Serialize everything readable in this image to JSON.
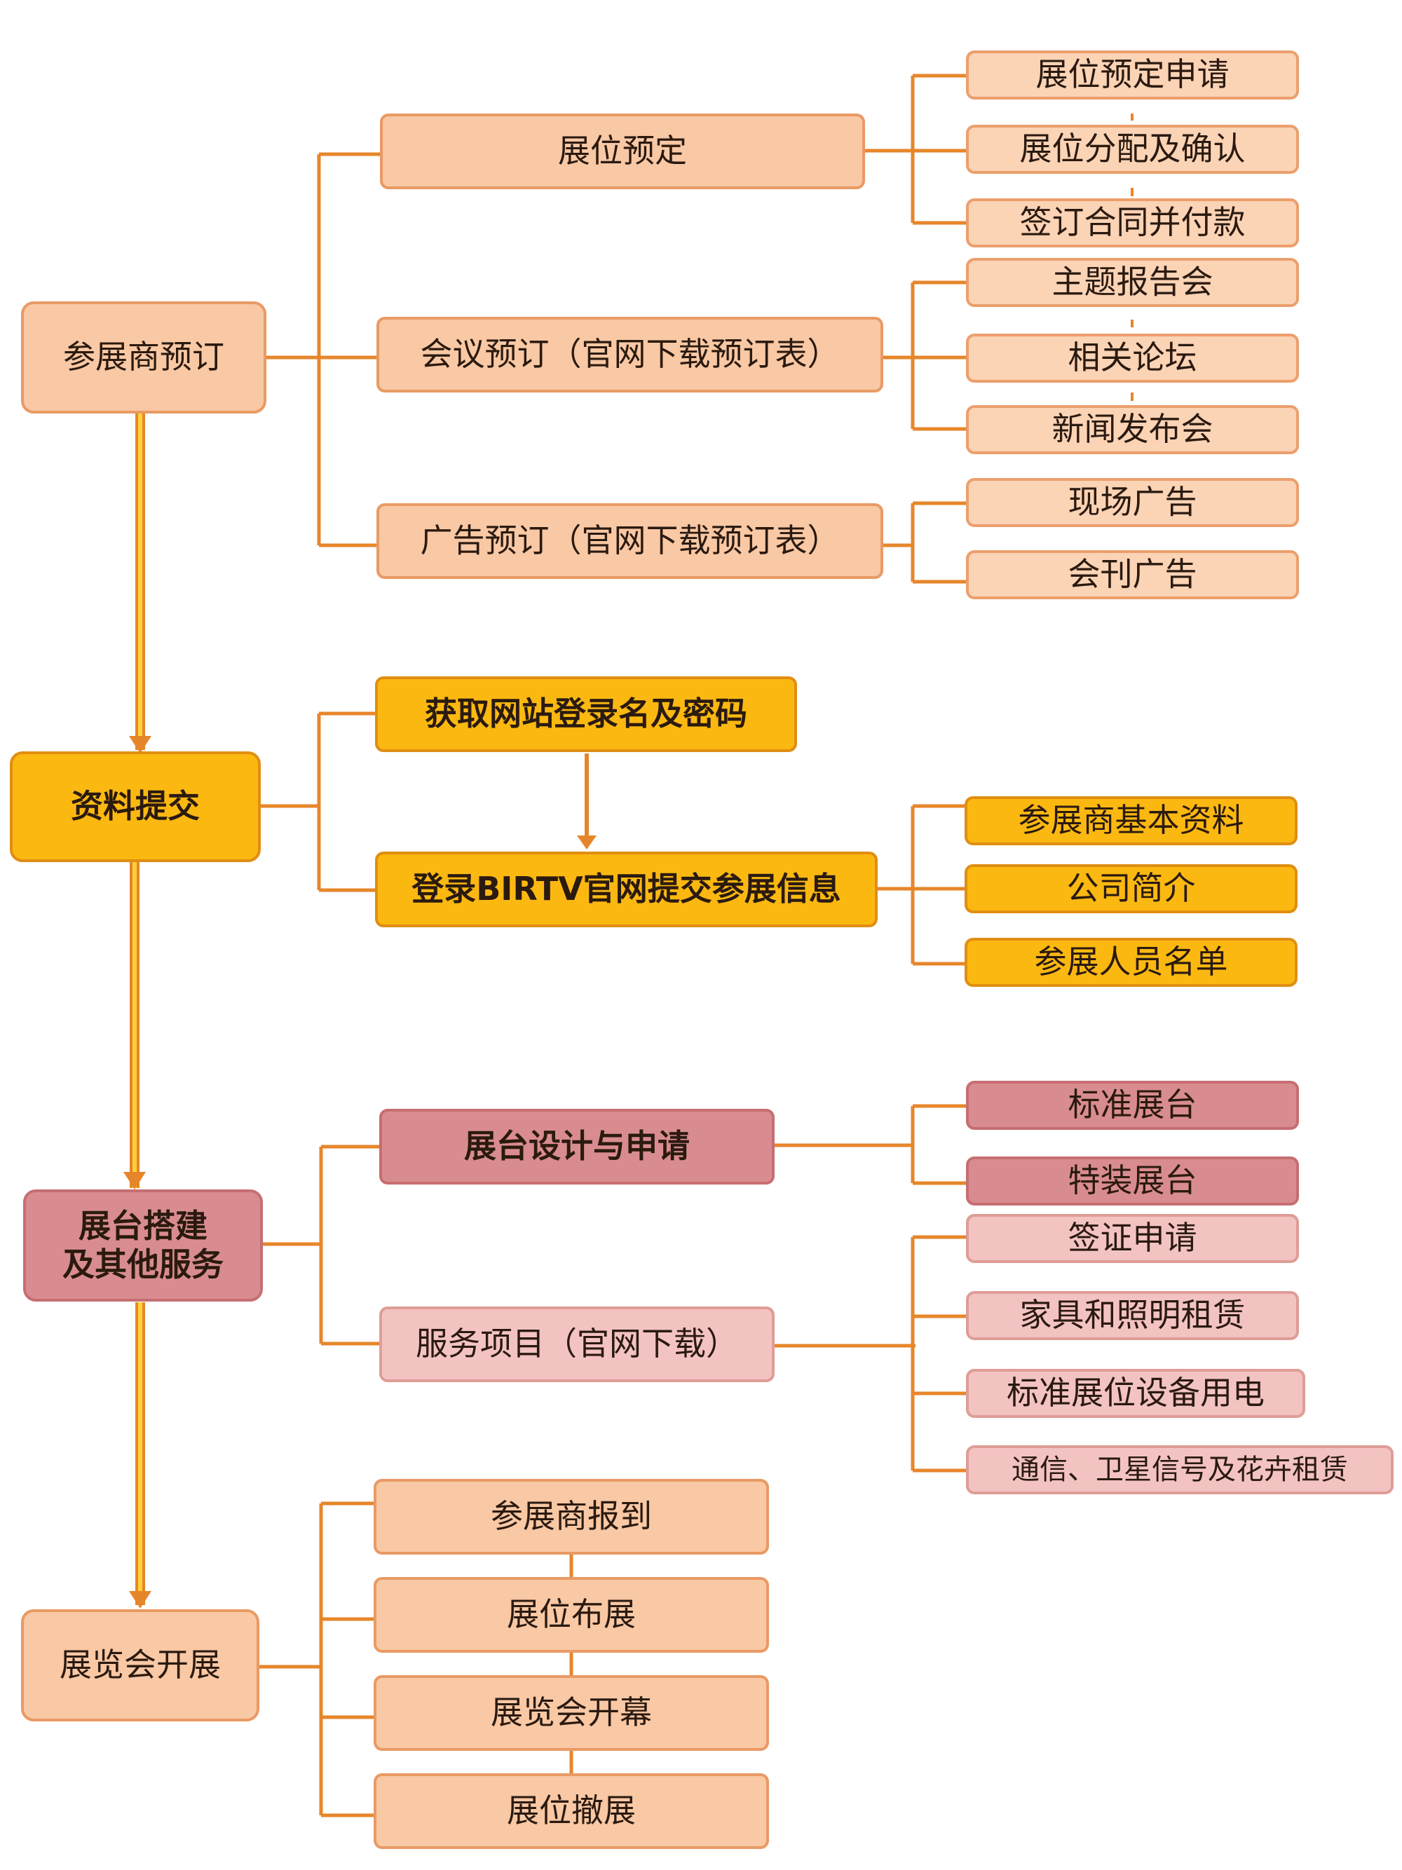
{
  "colors": {
    "peach": "#f9c8a4",
    "gold": "#fbb811",
    "rose": "#d98c8f",
    "pink": "#f3c3c2",
    "connector": "#e6862a"
  },
  "stages": [
    {
      "label": "参展商预订",
      "branches": [
        {
          "label": "展位预定",
          "items": [
            "展位预定申请",
            "展位分配及确认",
            "签订合同并付款"
          ]
        },
        {
          "label": "会议预订（官网下载预订表）",
          "items": [
            "主题报告会",
            "相关论坛",
            "新闻发布会"
          ]
        },
        {
          "label": "广告预订（官网下载预订表）",
          "items": [
            "现场广告",
            "会刊广告"
          ]
        }
      ]
    },
    {
      "label": "资料提交",
      "branches": [
        {
          "label": "获取网站登录名及密码",
          "items": []
        },
        {
          "label": "登录BIRTV官网提交参展信息",
          "items": [
            "参展商基本资料",
            "公司简介",
            "参展人员名单"
          ]
        }
      ]
    },
    {
      "label": "展台搭建及其他服务",
      "label_line1": "展台搭建",
      "label_line2": "及其他服务",
      "branches": [
        {
          "label": "展台设计与申请",
          "items": [
            "标准展台",
            "特装展台"
          ]
        },
        {
          "label": "服务项目（官网下载）",
          "items": [
            "签证申请",
            "家具和照明租赁",
            "标准展位设备用电",
            "通信、卫星信号及花卉租赁"
          ]
        }
      ]
    },
    {
      "label": "展览会开展",
      "branches": [
        {
          "label": "参展商报到",
          "items": []
        },
        {
          "label": "展位布展",
          "items": []
        },
        {
          "label": "展览会开幕",
          "items": []
        },
        {
          "label": "展位撤展",
          "items": []
        }
      ]
    }
  ]
}
